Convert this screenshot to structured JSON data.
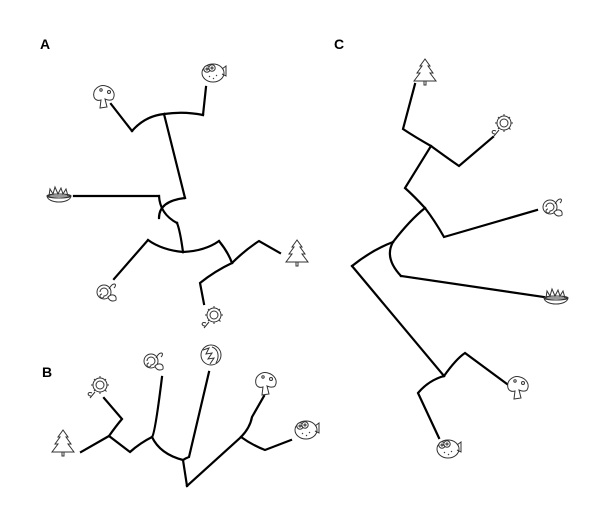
{
  "panels": [
    {
      "label": "A"
    },
    {
      "label": "B"
    },
    {
      "label": "C"
    }
  ],
  "icon_names": [
    "mushroom-icon",
    "pufferfish-icon",
    "bowl-icon",
    "snail-icon",
    "sunflower-icon",
    "tree-icon",
    "artichoke-icon"
  ],
  "colors": {
    "line": "#000000",
    "icon": "#333333",
    "background": "#ffffff"
  }
}
